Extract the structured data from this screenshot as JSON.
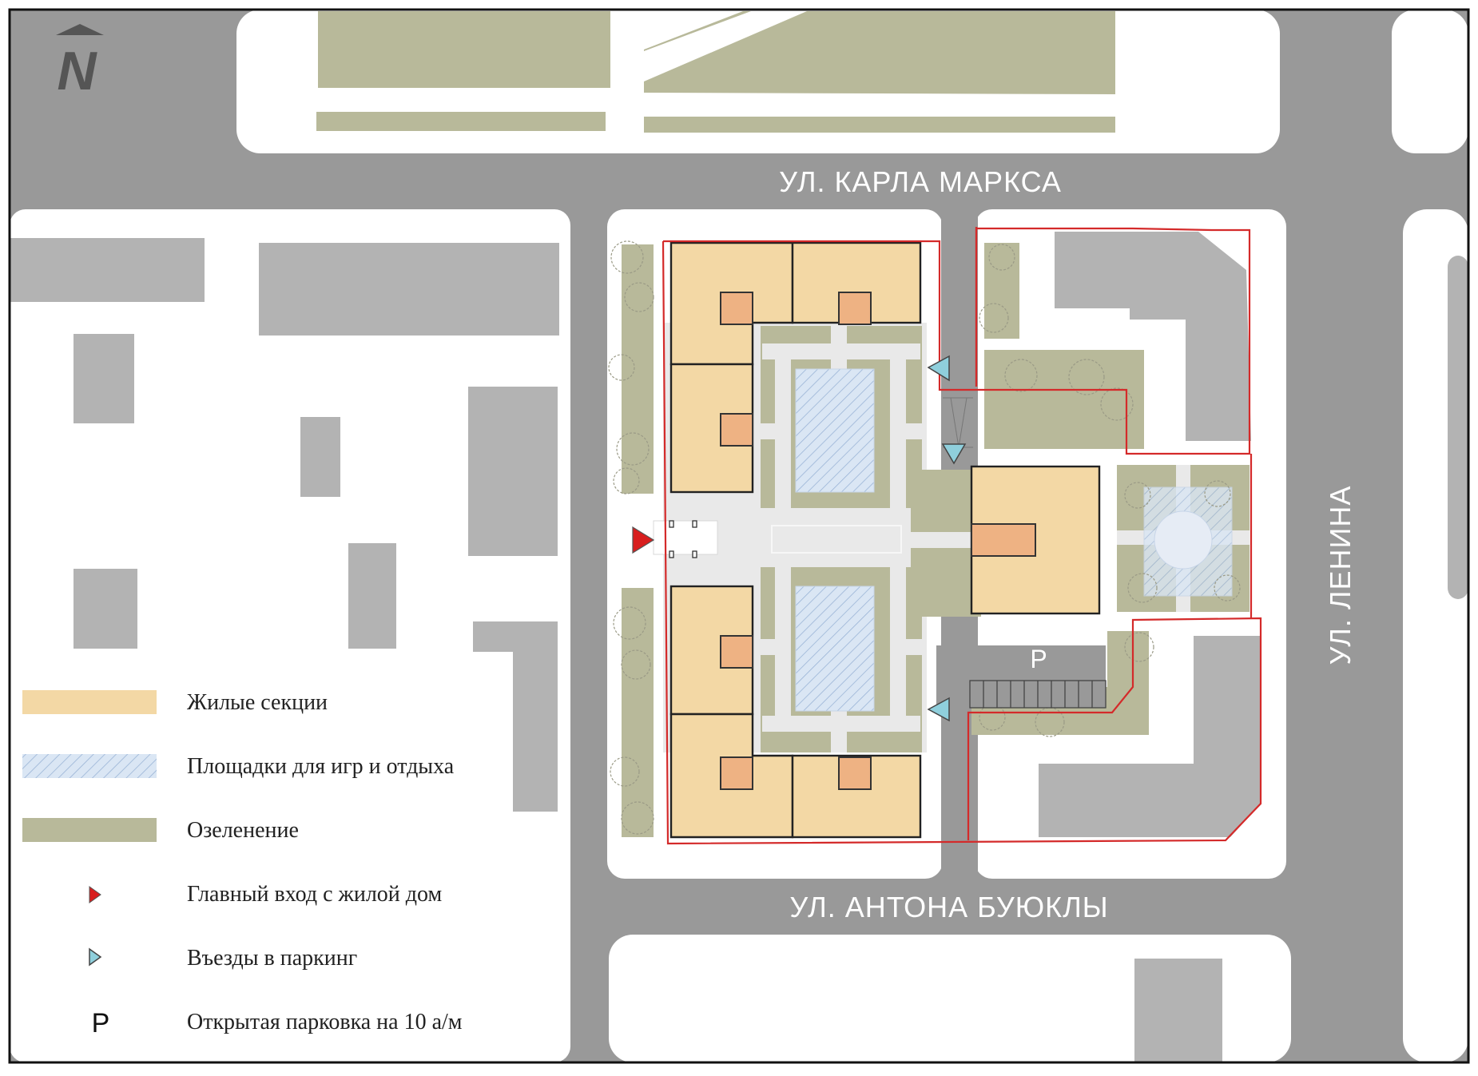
{
  "compass": {
    "letter": "N"
  },
  "streets": {
    "north": "УЛ. КАРЛА МАРКСА",
    "south": "УЛ. АНТОНА БУЮКЛЫ",
    "east": "УЛ. ЛЕНИНА"
  },
  "parking_mark": "P",
  "colors": {
    "road": "#999999",
    "pavement": "#ffffff",
    "courtyard": "#e9e9e9",
    "building_existing": "#b3b3b3",
    "residential": "#f3d8a5",
    "core": "#eeb283",
    "greenery": "#b8b99a",
    "playground": "#dae6f4",
    "boundary": "#d42a2a",
    "main_entrance": "#d81e1e",
    "parking_entry": "#8fcfdc"
  },
  "legend": [
    {
      "icon": "residential-swatch",
      "label": "Жилые секции"
    },
    {
      "icon": "playground-hatch-swatch",
      "label": "Площадки для игр и отдыха"
    },
    {
      "icon": "greenery-swatch",
      "label": "Озеленение"
    },
    {
      "icon": "red-triangle-icon",
      "label": "Главный вход с жилой дом"
    },
    {
      "icon": "cyan-triangle-icon",
      "label": "Въезды в паркинг"
    },
    {
      "icon": "parking-letter-icon",
      "symbol": "P",
      "label": "Открытая парковка на 10 а/м"
    }
  ]
}
